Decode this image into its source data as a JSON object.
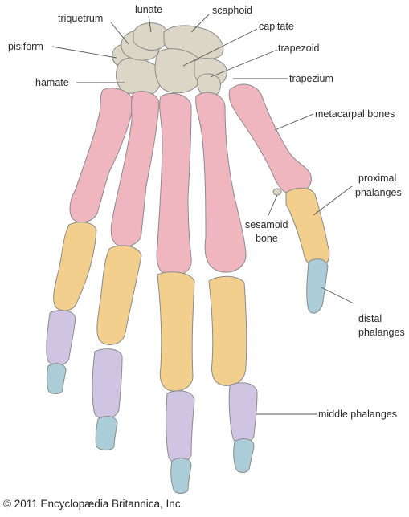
{
  "diagram": {
    "colors": {
      "carpal": "#dcd6c7",
      "metacarpal": "#efb6c0",
      "proximal": "#f3cf8e",
      "middle": "#cfc5e2",
      "distal": "#aacdd7",
      "outline": "#8a8a8a",
      "leader": "#555555"
    },
    "labels": {
      "lunate": "lunate",
      "scaphoid": "scaphoid",
      "triquetrum": "triquetrum",
      "capitate": "capitate",
      "pisiform": "pisiform",
      "trapezoid": "trapezoid",
      "hamate": "hamate",
      "trapezium": "trapezium",
      "metacarpal": "metacarpal bones",
      "proximal_1": "proximal",
      "proximal_2": "phalanges",
      "sesamoid_1": "sesamoid",
      "sesamoid_2": "bone",
      "distal_1": "distal",
      "distal_2": "phalanges",
      "middle": "middle phalanges"
    }
  },
  "credit": "© 2011 Encyclopædia Britannica, Inc."
}
